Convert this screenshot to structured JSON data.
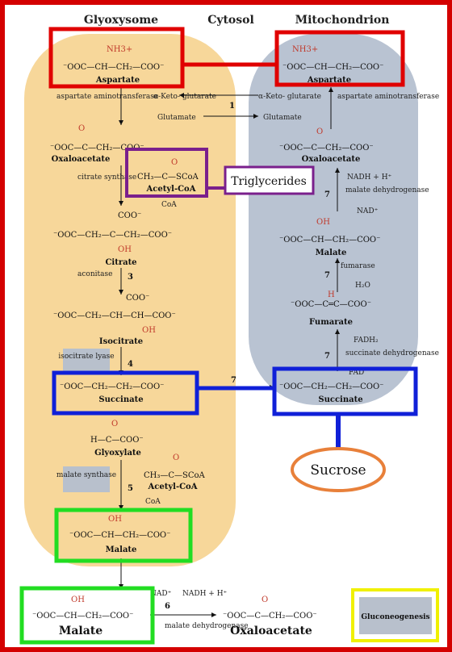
{
  "headers": {
    "glyoxysome": "Glyoxysome",
    "cytosol": "Cytosol",
    "mitochondrion": "Mitochondrion"
  },
  "glyoxysome": {
    "aspartate": {
      "nh3": "NH3+",
      "formula": "⁻OOC—CH—CH₂—COO⁻",
      "name": "Aspartate"
    },
    "aspartate_aminotransferase": "aspartate aminotransferase",
    "alpha_ketoglutarate": "α-Keto- glutarate",
    "glutamate": "Glutamate",
    "oxaloacetate": {
      "formula": "⁻OOC—C—CH₂—COO⁻",
      "o": "O",
      "name": "Oxaloacetate"
    },
    "citrate_synthase": "citrate synthase",
    "acetyl_coa": {
      "formula": "CH₃—C—SCoA",
      "o": "O",
      "name": "Acetyl-CoA"
    },
    "coa": "CoA",
    "citrate": {
      "top": "COO⁻",
      "formula": "⁻OOC—CH₂—C—CH₂—COO⁻",
      "oh": "OH",
      "name": "Citrate"
    },
    "aconitase": "aconitase",
    "step3": "3",
    "isocitrate": {
      "formula": "⁻OOC—CH₂—CH—CH—COO⁻",
      "top": "COO⁻",
      "oh": "OH",
      "name": "Isocitrate"
    },
    "isocitrate_lyase": "isocitrate lyase",
    "step4": "4",
    "succinate": {
      "formula": "⁻OOC—CH₂—CH₂—COO⁻",
      "name": "Succinate"
    },
    "glyoxylate": {
      "formula": "H—C—COO⁻",
      "o": "O",
      "name": "Glyoxylate"
    },
    "malate_synthase": "malate synthase",
    "step5": "5",
    "acetyl_coa2": {
      "formula": "CH₃—C—SCoA",
      "o": "O",
      "name": "Acetyl-CoA"
    },
    "coa2": "CoA",
    "malate": {
      "oh": "OH",
      "formula": "⁻OOC—CH—CH₂—COO⁻",
      "name": "Malate"
    }
  },
  "mitochondrion": {
    "aspartate": {
      "nh3": "NH3+",
      "formula": "⁻OOC—CH—CH₂—COO⁻",
      "name": "Aspartate"
    },
    "aspartate_aminotransferase": "aspartate aminotransferase",
    "alpha_ketoglutarate": "α-Keto- glutarate",
    "glutamate": "Glutamate",
    "step1": "1",
    "oxaloacetate": {
      "o": "O",
      "formula": "⁻OOC—C—CH₂—COO⁻",
      "name": "Oxaloacetate"
    },
    "nadh": "NADH + H⁺",
    "malate_dehydrogenase": "malate dehydrogenase",
    "nad": "NAD⁺",
    "step7a": "7",
    "malate": {
      "oh": "OH",
      "formula": "⁻OOC—CH—CH₂—COO⁻",
      "name": "Malate"
    },
    "fumarase": "fumarase",
    "h2o": "H₂O",
    "step7b": "7",
    "fumarate": {
      "h": "H",
      "formula": "⁻OOC—C═C—COO⁻",
      "name": "Fumarate"
    },
    "fadh2": "FADH₂",
    "succinate_dehydrogenase": "succinate dehydrogenase",
    "fad": "FAD",
    "step7c": "7",
    "succinate": {
      "formula": "⁻OOC—CH₂—CH₂—COO⁻",
      "name": "Succinate"
    }
  },
  "transfer_step": "7",
  "cytosol": {
    "malate": {
      "oh": "OH",
      "formula": "⁻OOC—CH—CH₂—COO⁻",
      "name": "Malate"
    },
    "nad": "NAD⁺",
    "nadh": "NADH + H⁺",
    "step6": "6",
    "malate_dehydrogenase": "malate dehydrogenase",
    "oxaloacetate": {
      "o": "O",
      "formula": "⁻OOC—C—CH₂—COO⁻",
      "name": "Oxaloacetate"
    }
  },
  "annotations": {
    "triglycerides": "Triglycerides",
    "sucrose": "Sucrose",
    "gluconeogenesis": "Gluconeogenesis"
  },
  "colors": {
    "frame": "#d40000",
    "glyoxysome": "#f7d79a",
    "mitochondrion": "#b9c3d2",
    "aspartate_box": "#e00000",
    "acetylcoa_box": "#7a1f8c",
    "succinate_box": "#1020d8",
    "malate_box": "#22dd22",
    "sucrose_oval": "#e8803a",
    "gluconeogenesis_box": "#f0f000",
    "red_text": "#c0392b"
  }
}
